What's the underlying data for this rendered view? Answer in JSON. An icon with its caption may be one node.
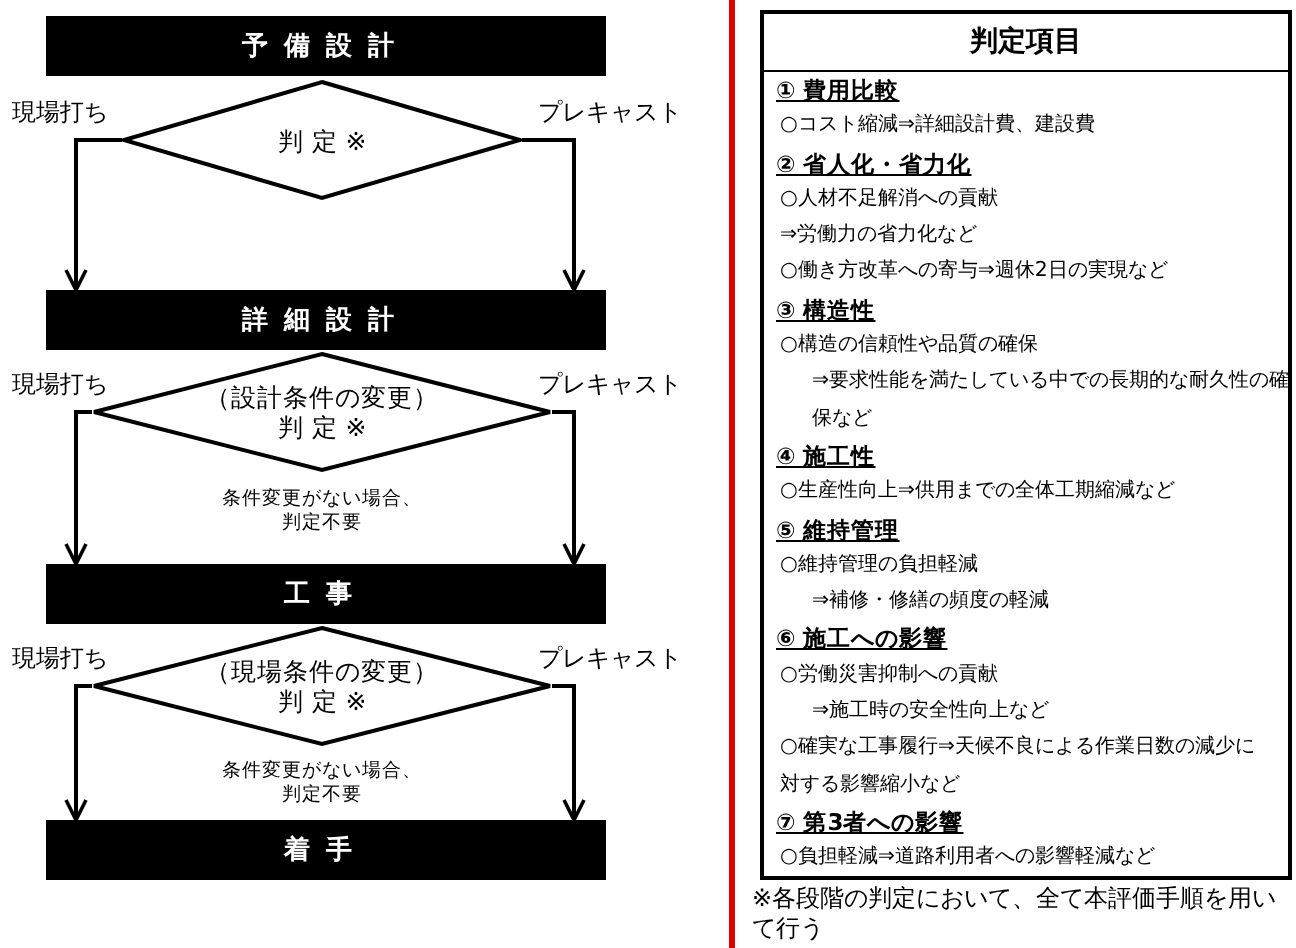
{
  "diagram": {
    "nodes": [
      {
        "text": [
          "予備設計"
        ]
      },
      {
        "text": [
          "判 定 ※"
        ]
      },
      {
        "text": [
          "詳細設計"
        ]
      },
      {
        "text": [
          "（設計条件の変更）",
          "判 定 ※"
        ],
        "beside": [
          "条件変更がない場合、判定不要"
        ]
      },
      {
        "text": [
          "工事"
        ]
      },
      {
        "text": [
          "（現場条件の変更）",
          "判 定 ※"
        ],
        "beside": [
          "条件変更がない場合、判定不要"
        ]
      },
      {
        "text": [
          "着手"
        ]
      },
      {
        "text": [
          "判定項目",
          "① 費用比較",
          "○コスト縮減⇒詳細設計費、建設費",
          "② 省人化・省力化",
          "○人材不足解消への貢献",
          "⇒労働力の省力化など",
          "○働き方改革への寄与⇒週休2日の実現など",
          "③ 構造性",
          "○構造の信頼性や品質の確保",
          "⇒要求性能を満たしている中での長期的な耐久性の確保など",
          "④ 施工性",
          "○生産性向上⇒供用までの全体工期縮減など",
          "⑤ 維持管理",
          "○維持管理の負担軽減",
          "⇒補修・修繕の頻度の軽減",
          "⑥ 施工への影響",
          "○労働災害抑制への貢献",
          "⇒施工時の安全性向上など",
          "○確実な工事履行⇒天候不良による作業日数の減少に対する影響縮小など",
          "⑦ 第3者への影響",
          "○負担軽減⇒道路利用者への影響軽減など"
        ]
      }
    ],
    "edges": [
      {
        "from": 1,
        "to": 2,
        "arrow": "to",
        "label": "現場打ち"
      },
      {
        "from": 1,
        "to": 2,
        "arrow": "to",
        "label": "プレキャスト"
      },
      {
        "from": 3,
        "to": 4,
        "arrow": "to",
        "label": "現場打ち"
      },
      {
        "from": 3,
        "to": 4,
        "arrow": "to",
        "label": "プレキャスト"
      },
      {
        "from": 5,
        "to": 6,
        "arrow": "to",
        "label": "現場打ち"
      },
      {
        "from": 5,
        "to": 6,
        "arrow": "to",
        "label": "プレキャスト"
      }
    ],
    "labels": [
      "※各段階の判定において、全て本評価手順を用いて行う"
    ]
  }
}
